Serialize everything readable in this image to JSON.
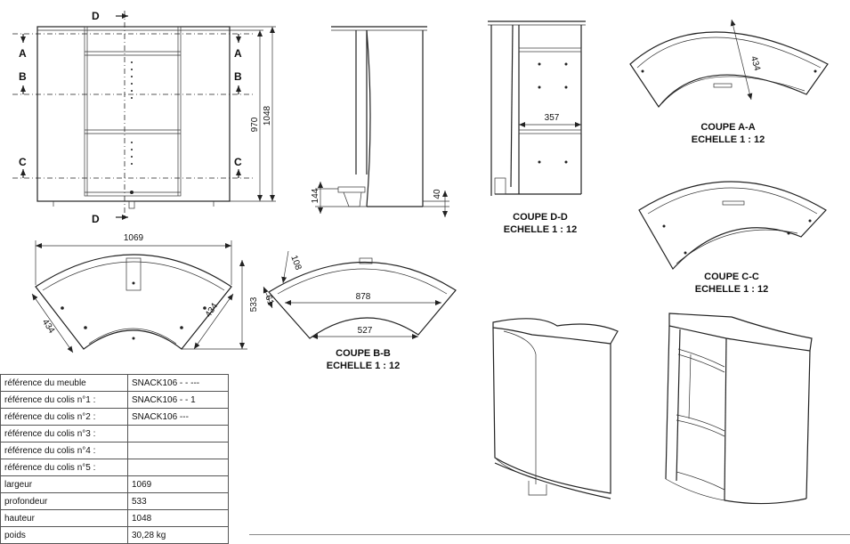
{
  "views": {
    "front": {
      "cut_letters": {
        "d_top": "D",
        "d_bottom": "D",
        "a_left": "A",
        "a_right": "A",
        "b_left": "B",
        "b_right": "B",
        "c_left": "C",
        "c_right": "C"
      }
    },
    "side": {
      "dims": {
        "inner_height": "970",
        "total_height": "1048",
        "base_left": "144",
        "base_right": "40"
      }
    },
    "plan": {
      "dims": {
        "width": "1069",
        "depth": "533",
        "side_left": "434",
        "side_right": "434"
      }
    },
    "section_dd": {
      "dims": {
        "shelf_width": "357"
      },
      "caption": [
        "COUPE D-D",
        "ECHELLE 1 : 12"
      ]
    },
    "section_aa": {
      "dims": {
        "radial": "434"
      },
      "caption": [
        "COUPE A-A",
        "ECHELLE 1 : 12"
      ]
    },
    "section_bb": {
      "dims": {
        "outer_chord": "878",
        "inner_chord": "527",
        "small_a": "108",
        "small_b": "61"
      },
      "caption": [
        "COUPE B-B",
        "ECHELLE 1 : 12"
      ]
    },
    "section_cc": {
      "caption": [
        "COUPE C-C",
        "ECHELLE 1 : 12"
      ]
    }
  },
  "spec_table": [
    {
      "label": "référence du meuble",
      "value": "SNACK106 - - ---"
    },
    {
      "label": "référence du colis n°1 :",
      "value": "SNACK106 - - 1"
    },
    {
      "label": "référence du colis n°2 :",
      "value": "SNACK106 ---"
    },
    {
      "label": "référence du colis n°3 :",
      "value": ""
    },
    {
      "label": "référence du colis n°4 :",
      "value": ""
    },
    {
      "label": "référence du colis n°5 :",
      "value": ""
    },
    {
      "label": "largeur",
      "value": "1069"
    },
    {
      "label": "profondeur",
      "value": "533"
    },
    {
      "label": "hauteur",
      "value": "1048"
    },
    {
      "label": "poids",
      "value": "30,28 kg"
    }
  ]
}
